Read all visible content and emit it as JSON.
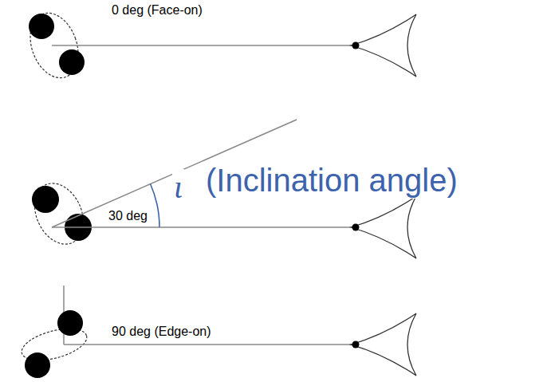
{
  "diagram": {
    "labels": [
      "0 deg (Face-on)",
      "ι",
      "(Inclination angle)",
      "30 deg",
      "90 deg (Edge-on)"
    ]
  }
}
